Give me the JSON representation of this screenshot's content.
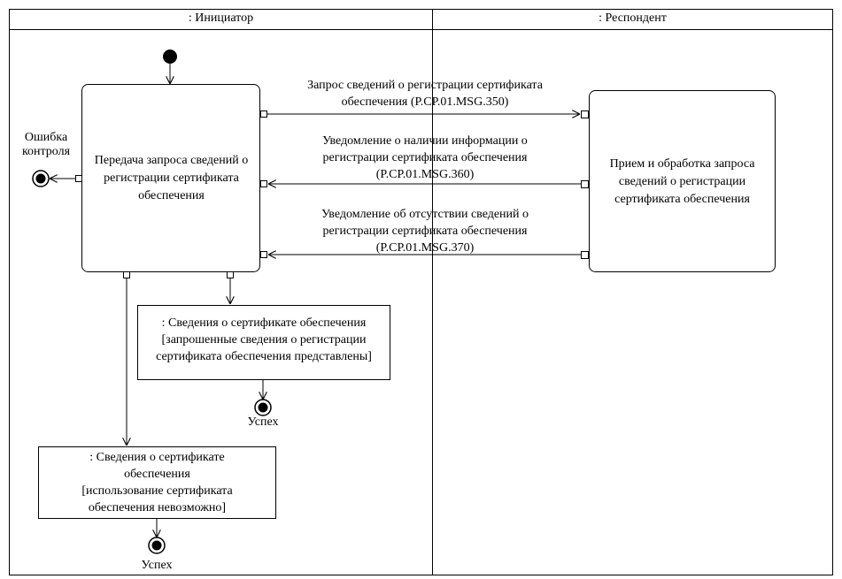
{
  "swimlanes": {
    "initiator": ": Инициатор",
    "respondent": ": Респондент"
  },
  "actions": {
    "send_request": "Передача запроса сведений о регистрации сертификата обеспечения",
    "receive_request": "Прием и обработка запроса сведений о регистрации сертификата обеспечения"
  },
  "messages": {
    "msg350": {
      "line1": "Запрос сведений о регистрации сертификата",
      "line2": "обеспечения  (P.CP.01.MSG.350)"
    },
    "msg360": {
      "line1": "Уведомление о наличии информации о",
      "line2": "регистрации сертификата обеспечения",
      "line3": "(P.CP.01.MSG.360)"
    },
    "msg370": {
      "line1": "Уведомление об отсутствии сведений о",
      "line2": "регистрации сертификата обеспечения",
      "line3": "(P.CP.01.MSG.370)"
    }
  },
  "objects": {
    "cert_info_provided": {
      "line1": ": Сведения о сертификате обеспечения",
      "line2": "[запрошенные сведения о регистрации",
      "line3": "сертификата обеспечения представлены]"
    },
    "cert_info_unusable": {
      "line1": ": Сведения о сертификате",
      "line2": "обеспечения",
      "line3": "[использование сертификата",
      "line4": "обеспечения невозможно]"
    }
  },
  "final_states": {
    "control_error": {
      "line1": "Ошибка",
      "line2": "контроля"
    },
    "success_1": "Успех",
    "success_2": "Успех"
  }
}
